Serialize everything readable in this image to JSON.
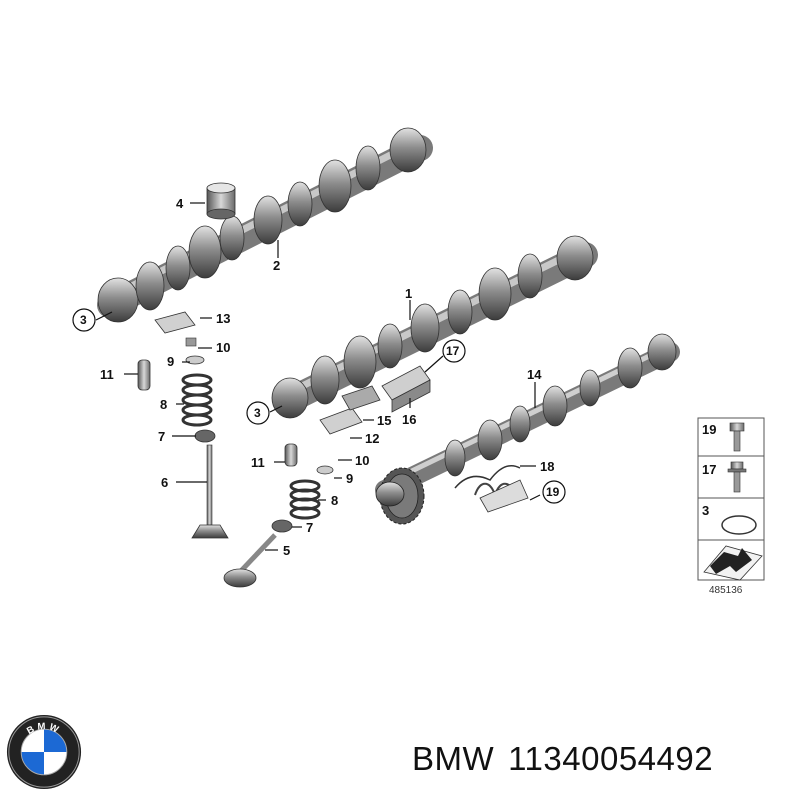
{
  "callouts": {
    "c1": "1",
    "c2": "2",
    "c3a": "3",
    "c3b": "3",
    "c4": "4",
    "c5": "5",
    "c6": "6",
    "c7a": "7",
    "c7b": "7",
    "c8a": "8",
    "c8b": "8",
    "c9a": "9",
    "c9b": "9",
    "c10a": "10",
    "c10b": "10",
    "c11a": "11",
    "c11b": "11",
    "c12": "12",
    "c13": "13",
    "c14": "14",
    "c15": "15",
    "c16": "16",
    "c17": "17",
    "c18": "18",
    "c19": "19"
  },
  "legend": {
    "item_a": "19",
    "item_b": "17",
    "item_c": "3"
  },
  "diagram_ref": "485136",
  "brand": {
    "name": "BMW",
    "part_number": "11340054492",
    "logo_text": "BMW"
  },
  "colors": {
    "metal_dark": "#4a4a4a",
    "metal_mid": "#8a8a8a",
    "metal_light": "#d4d4d4",
    "line": "#111111",
    "logo_blue": "#1c69d4"
  }
}
